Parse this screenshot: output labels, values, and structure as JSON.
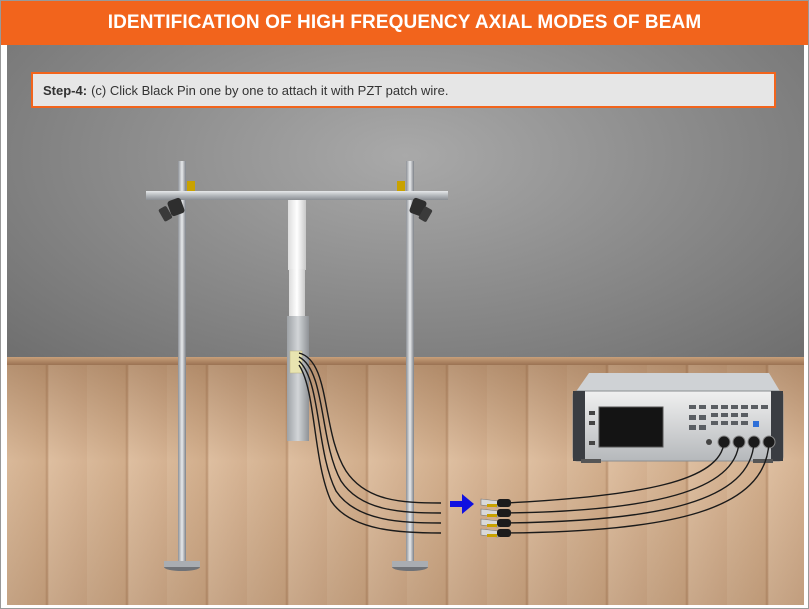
{
  "header": {
    "title": "IDENTIFICATION OF HIGH FREQUENCY AXIAL MODES OF BEAM"
  },
  "instruction": {
    "step_label": "Step-4:",
    "text": "(c) Click Black Pin one by one to attach it with PZT patch wire."
  },
  "colors": {
    "accent": "#f2641c",
    "arrow": "#1010e0"
  },
  "icons": {
    "pointer": "right-arrow-icon"
  }
}
